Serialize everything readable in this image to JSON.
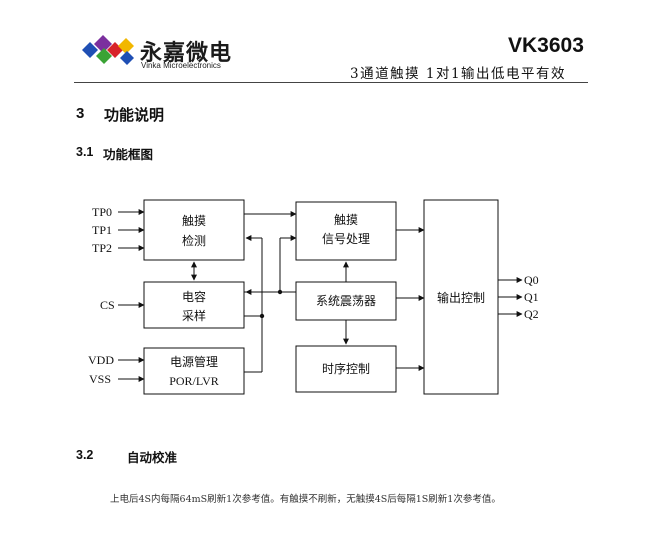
{
  "header": {
    "logo_name": "永嘉微电",
    "logo_sub": "Vinka Microelectronics",
    "doc_code": "VK3603",
    "subtitle": "3通道触摸 1对1输出低电平有效"
  },
  "section": {
    "number": "3",
    "title": "功能说明"
  },
  "subsection1": {
    "number": "3.1",
    "title": "功能框图"
  },
  "subsection2": {
    "number": "3.2",
    "title": "自动校准"
  },
  "diagram": {
    "pins_left": [
      "TP0",
      "TP1",
      "TP2",
      "CS",
      "VDD",
      "VSS"
    ],
    "pins_right": [
      "Q0",
      "Q1",
      "Q2"
    ],
    "blocks": {
      "touch_detect": [
        "触摸",
        "检测"
      ],
      "cap_sample": [
        "电容",
        "采样"
      ],
      "power_mgmt": [
        "电源管理",
        "POR/LVR"
      ],
      "touch_signal": [
        "触摸",
        "信号处理"
      ],
      "oscillator": "系统震荡器",
      "timing_ctrl": "时序控制",
      "output_ctrl": "输出控制"
    }
  },
  "body_text": "上电后4S内每隔64mS刷新1次参考值。有触摸不刷新，无触摸4S后每隔1S刷新1次参考值。",
  "colors": {
    "logo_blue": "#1f4fb4",
    "logo_purple": "#7b2f9e",
    "logo_green": "#3aa335",
    "logo_red": "#d8232a",
    "logo_yellow": "#f2b700"
  }
}
